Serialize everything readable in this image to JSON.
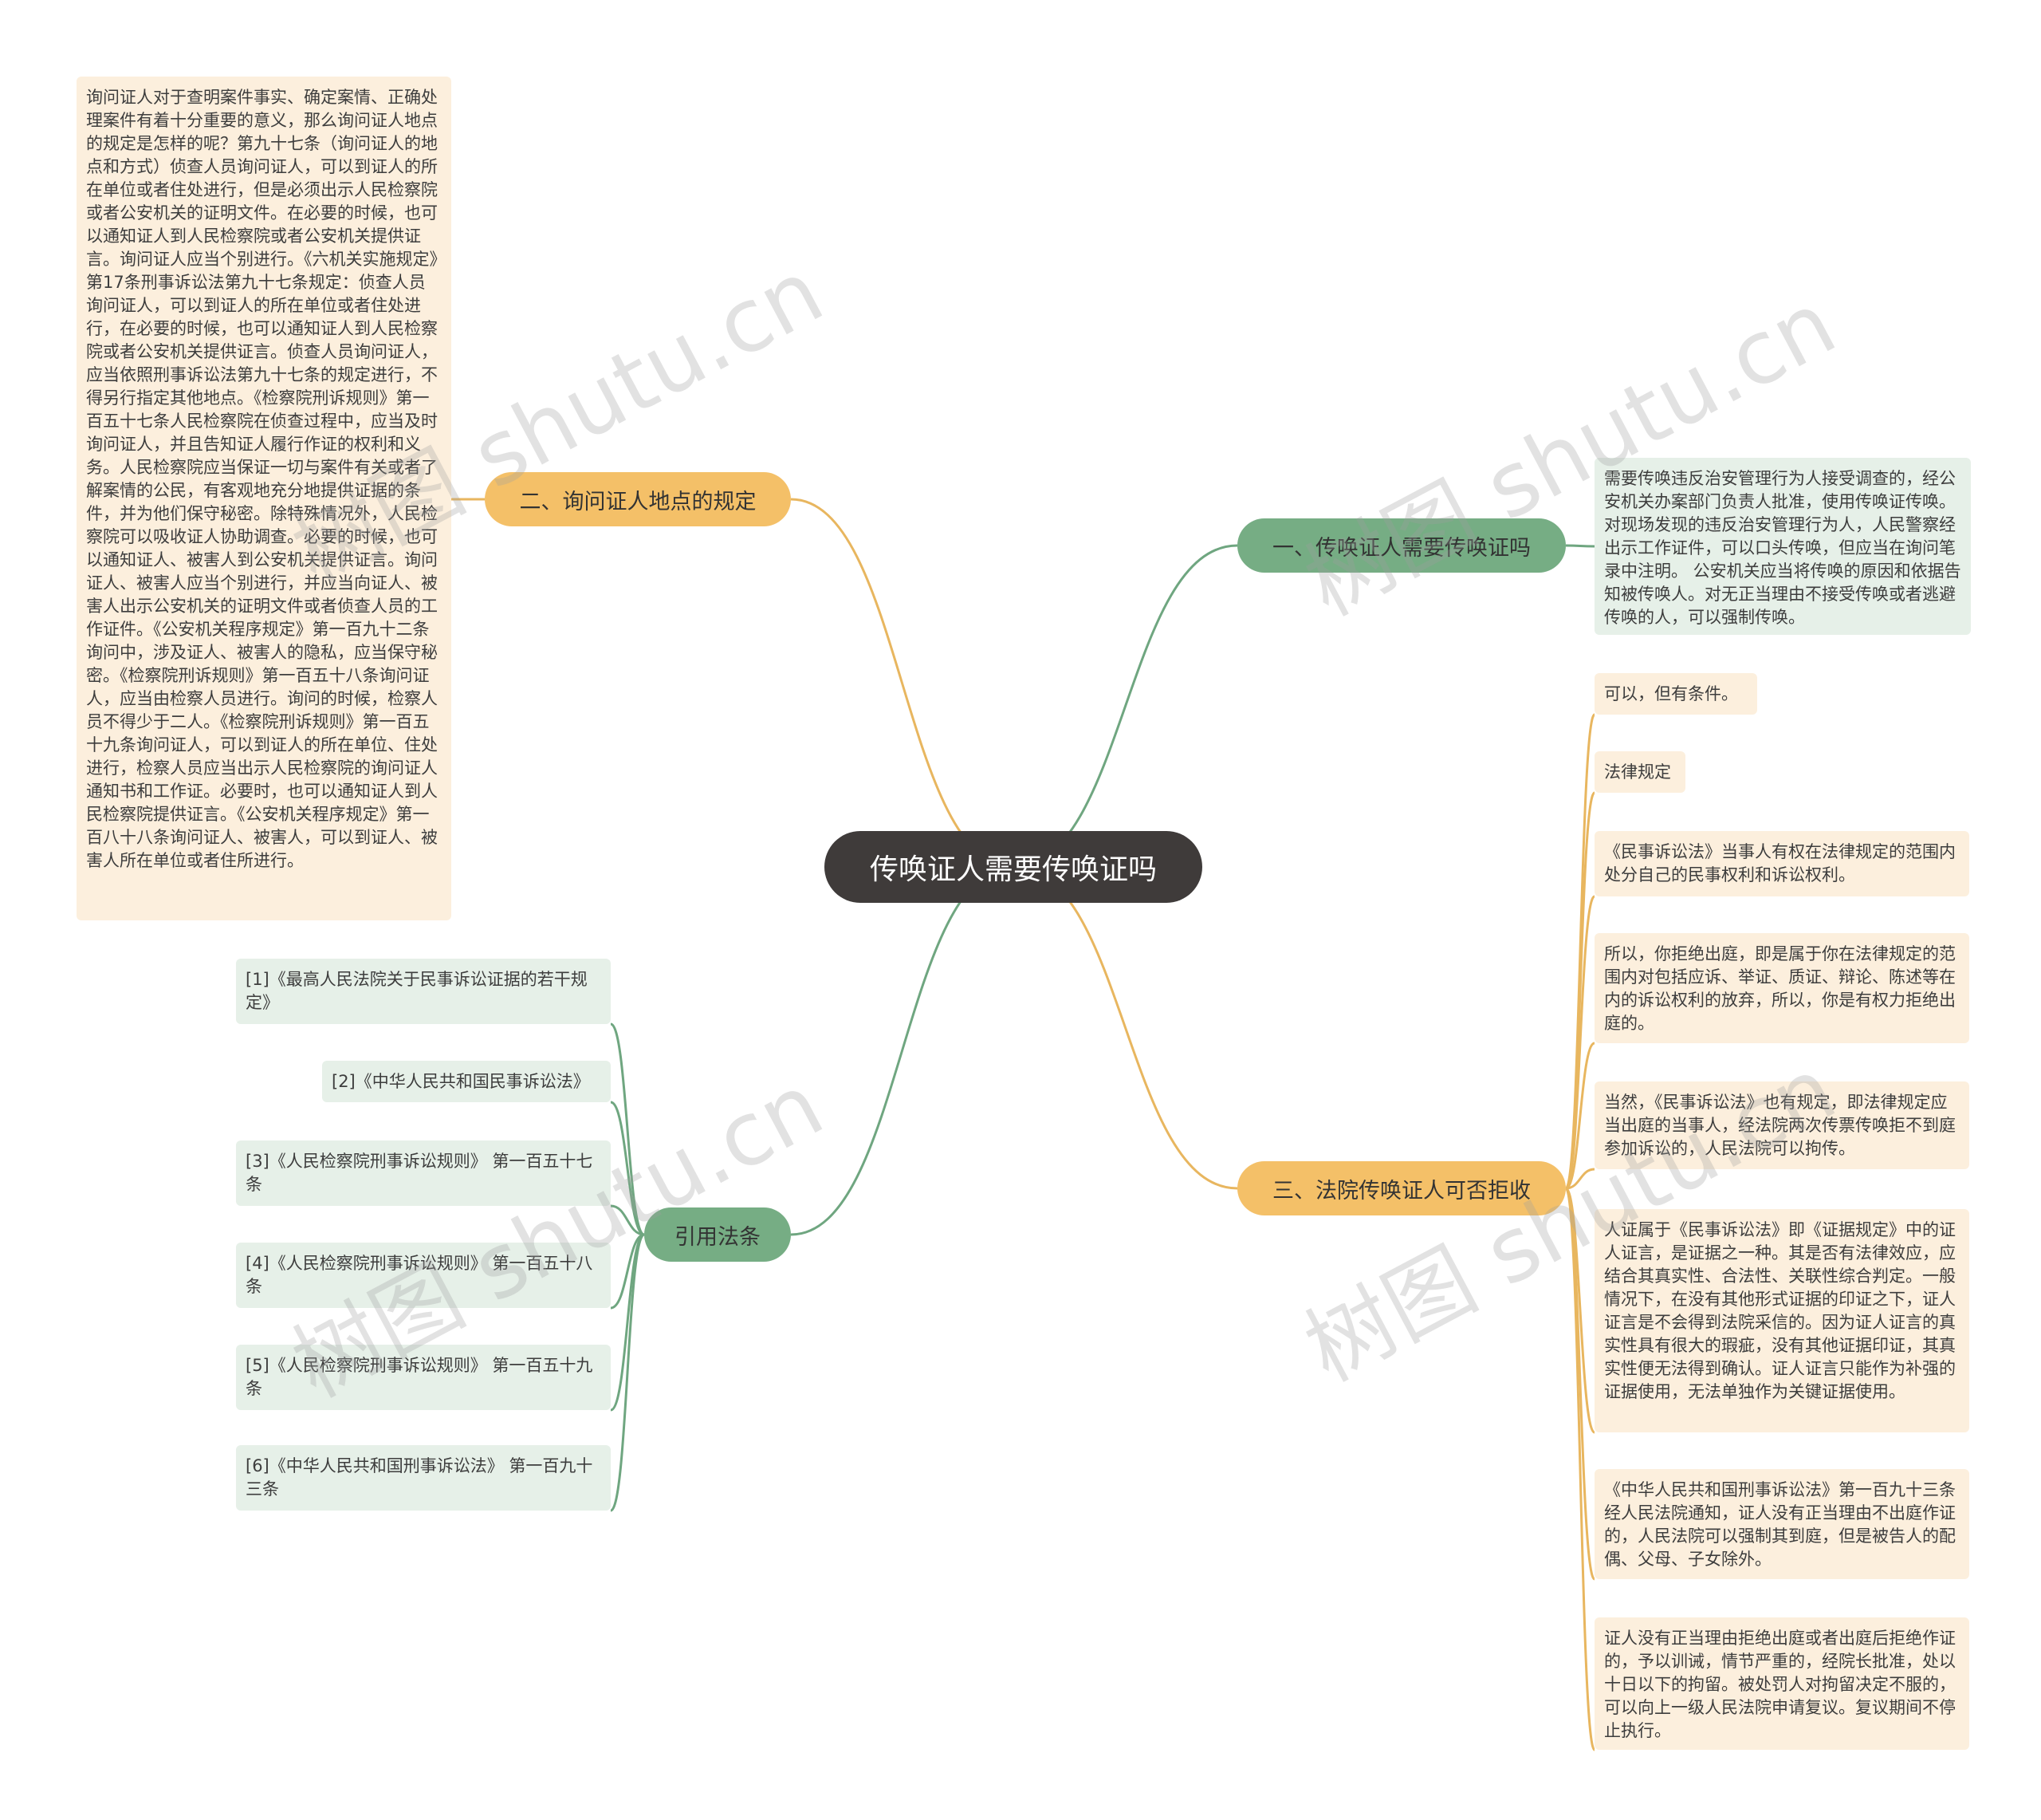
{
  "root": {
    "label": "传唤证人需要传唤证吗"
  },
  "branch1": {
    "label": "一、传唤证人需要传唤证吗",
    "leaves": [
      "需要传唤违反治安管理行为人接受调查的，经公安机关办案部门负责人批准，使用传唤证传唤。对现场发现的违反治安管理行为人，人民警察经出示工作证件，可以口头传唤，但应当在询问笔录中注明。 公安机关应当将传唤的原因和依据告知被传唤人。对无正当理由不接受传唤或者逃避传唤的人，可以强制传唤。"
    ]
  },
  "branch2": {
    "label": "二、询问证人地点的规定",
    "leaves": [
      "询问证人对于查明案件事实、确定案情、正确处理案件有着十分重要的意义，那么询问证人地点的规定是怎样的呢？第九十七条（询问证人的地点和方式）侦查人员询问证人，可以到证人的所在单位或者住处进行，但是必须出示人民检察院或者公安机关的证明文件。在必要的时候，也可以通知证人到人民检察院或者公安机关提供证言。询问证人应当个别进行。《六机关实施规定》第17条刑事诉讼法第九十七条规定：侦查人员询问证人，可以到证人的所在单位或者住处进行，在必要的时候，也可以通知证人到人民检察院或者公安机关提供证言。侦查人员询问证人，应当依照刑事诉讼法第九十七条的规定进行，不得另行指定其他地点。《检察院刑诉规则》第一百五十七条人民检察院在侦查过程中，应当及时询问证人，并且告知证人履行作证的权利和义务。人民检察院应当保证一切与案件有关或者了解案情的公民，有客观地充分地提供证据的条件，并为他们保守秘密。除特殊情况外，人民检察院可以吸收证人协助调查。必要的时候，也可以通知证人、被害人到公安机关提供证言。询问证人、被害人应当个别进行，并应当向证人、被害人出示公安机关的证明文件或者侦查人员的工作证件。《公安机关程序规定》第一百九十二条询问中，涉及证人、被害人的隐私，应当保守秘密。《检察院刑诉规则》第一百五十八条询问证人，应当由检察人员进行。询问的时候，检察人员不得少于二人。《检察院刑诉规则》第一百五十九条询问证人，可以到证人的所在单位、住处进行，检察人员应当出示人民检察院的询问证人通知书和工作证。必要时，也可以通知证人到人民检察院提供证言。《公安机关程序规定》第一百八十八条询问证人、被害人，可以到证人、被害人所在单位或者住所进行。"
    ]
  },
  "branch3": {
    "label": "三、法院传唤证人可否拒收",
    "leaves": [
      "可以，但有条件。",
      "法律规定",
      "《民事诉讼法》当事人有权在法律规定的范围内处分自己的民事权利和诉讼权利。",
      "所以，你拒绝出庭，即是属于你在法律规定的范围内对包括应诉、举证、质证、辩论、陈述等在内的诉讼权利的放弃，所以，你是有权力拒绝出庭的。",
      "当然，《民事诉讼法》也有规定，即法律规定应当出庭的当事人，经法院两次传票传唤拒不到庭参加诉讼的，人民法院可以拘传。",
      "人证属于《民事诉讼法》即《证据规定》中的证人证言，是证据之一种。其是否有法律效应，应结合其真实性、合法性、关联性综合判定。一般情况下，在没有其他形式证据的印证之下，证人证言是不会得到法院采信的。因为证人证言的真实性具有很大的瑕疵，没有其他证据印证，其真实性便无法得到确认。证人证言只能作为补强的证据使用，无法单独作为关键证据使用。",
      "《中华人民共和国刑事诉讼法》第一百九十三条经人民法院通知，证人没有正当理由不出庭作证的，人民法院可以强制其到庭，但是被告人的配偶、父母、子女除外。",
      "证人没有正当理由拒绝出庭或者出庭后拒绝作证的，予以训诫，情节严重的，经院长批准，处以十日以下的拘留。被处罚人对拘留决定不服的，可以向上一级人民法院申请复议。复议期间不停止执行。"
    ]
  },
  "branch4": {
    "label": "引用法条",
    "leaves": [
      "[1]《最高人民法院关于民事诉讼证据的若干规定》",
      "[2]《中华人民共和国民事诉讼法》",
      "[3]《人民检察院刑事诉讼规则》 第一百五十七条",
      "[4]《人民检察院刑事诉讼规则》 第一百五十八条",
      "[5]《人民检察院刑事诉讼规则》 第一百五十九条",
      "[6]《中华人民共和国刑事诉讼法》 第一百九十三条"
    ]
  },
  "watermark": "树图 shutu.cn",
  "colors": {
    "orange_line": "#e8b65f",
    "green_line": "#6fa680",
    "root_bg": "#3f3b3a"
  }
}
